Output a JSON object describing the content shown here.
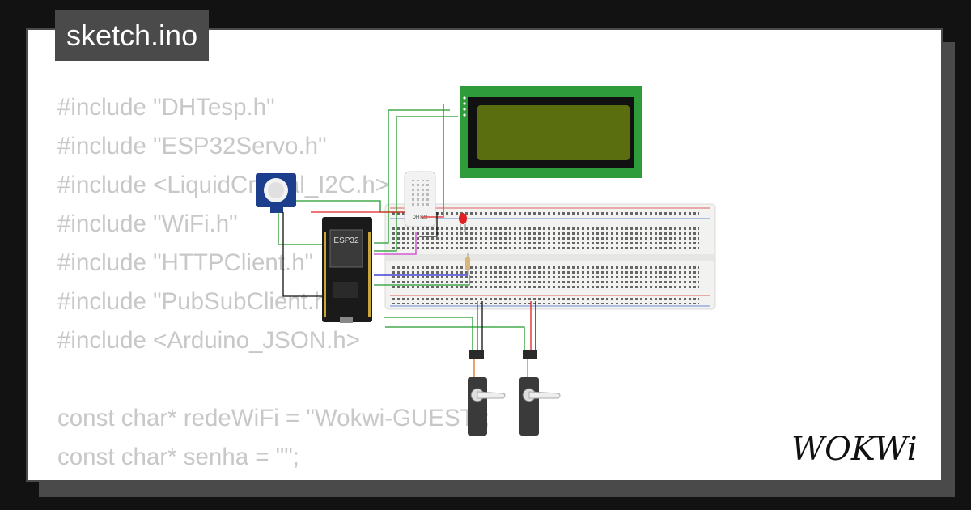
{
  "header": {
    "filename": "sketch.ino"
  },
  "code": {
    "lines": [
      "#include \"DHTesp.h\"",
      "#include \"ESP32Servo.h\"",
      "#include <LiquidCrystal_I2C.h>",
      "#include \"WiFi.h\"",
      "#include \"HTTPClient.h\"",
      "#include \"PubSubClient.h\"",
      "#include <Arduino_JSON.h>",
      "",
      "const char* redeWiFi = \"Wokwi-GUEST\";",
      "const char* senha = \"\";"
    ]
  },
  "diagram": {
    "esp32_label": "ESP32",
    "dht_label": "DHT22"
  },
  "brand": {
    "logo_text": "WOKWi"
  },
  "colors": {
    "background": "#121212",
    "card": "#ffffff",
    "frame": "#4a4a4a",
    "code_text": "#c8c8c8",
    "lcd_bezel": "#2e9c3a",
    "lcd_screen": "#5a6e10"
  }
}
